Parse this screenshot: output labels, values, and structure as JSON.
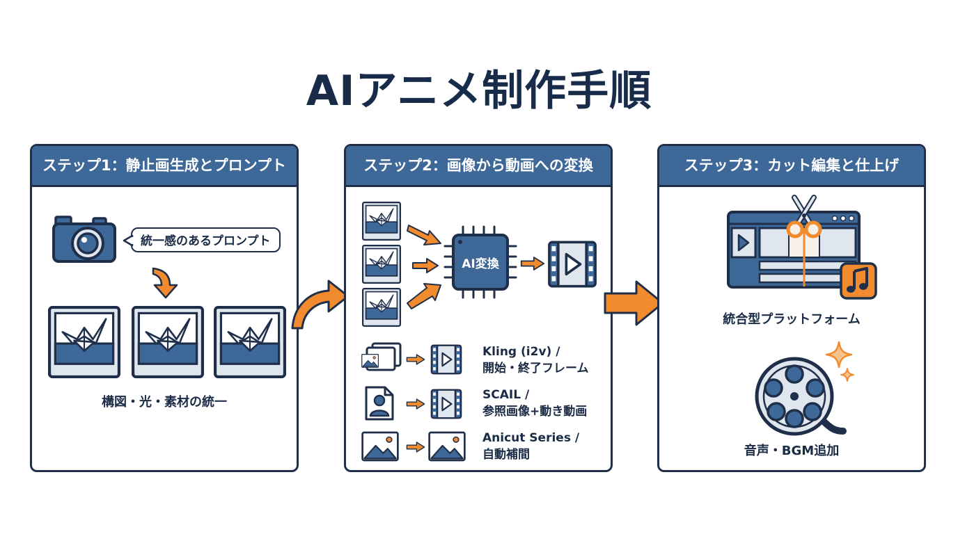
{
  "title": "AIアニメ制作手順",
  "steps": [
    {
      "header": "ステップ1：静止画生成とプロンプト",
      "bubble": "統一感のあるプロンプト",
      "caption": "構図・光・素材の統一"
    },
    {
      "header": "ステップ2：画像から動画への変換",
      "chip_label": "AI変換",
      "tools": [
        {
          "line1": "Kling (i2v) /",
          "line2": "開始・終了フレーム"
        },
        {
          "line1": "SCAIL /",
          "line2": "参照画像+動き動画"
        },
        {
          "line1": "Anicut Series /",
          "line2": "自動補間"
        }
      ]
    },
    {
      "header": "ステップ3：カット編集と仕上げ",
      "caption_top": "統合型プラットフォーム",
      "caption_bottom": "音声・BGM追加"
    }
  ],
  "colors": {
    "navy": "#1f2f4a",
    "blue": "#3d6897",
    "light": "#dfe6ee",
    "orange": "#f28a2e"
  },
  "icons": [
    "camera-icon",
    "speech-bubble-icon",
    "crane-photo-icon",
    "ai-chip-icon",
    "video-play-icon",
    "image-stack-icon",
    "person-document-icon",
    "landscape-image-icon",
    "editor-window-icon",
    "scissors-icon",
    "music-note-icon",
    "film-reel-icon",
    "sparkle-icon",
    "arrow-icon"
  ]
}
